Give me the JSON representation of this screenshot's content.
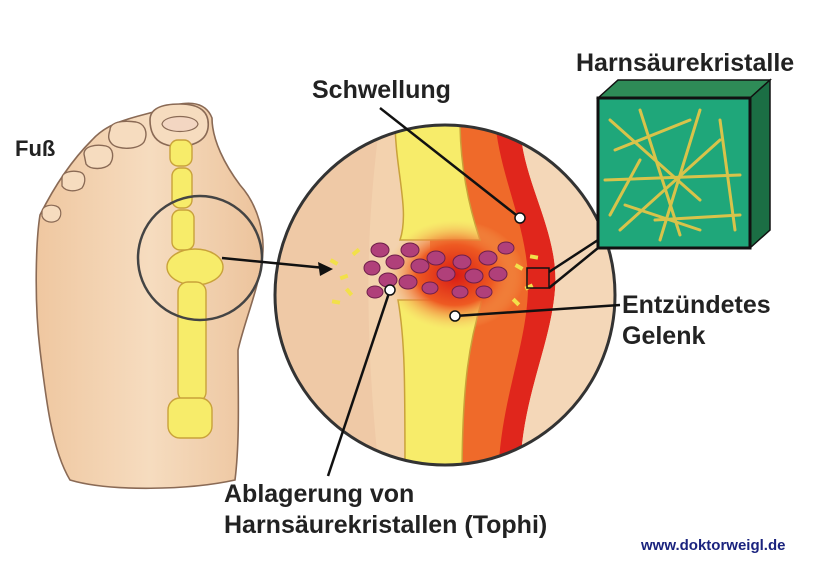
{
  "labels": {
    "foot": "Fuß",
    "swelling": "Schwellung",
    "crystals": "Harnsäurekristalle",
    "joint_line1": "Entzündetes",
    "joint_line2": "Gelenk",
    "tophi_line1": "Ablagerung von",
    "tophi_line2": "Harnsäurekristallen (Tophi)",
    "website": "www.doktorweigl.de"
  },
  "colors": {
    "skin": "#f3d2ae",
    "skin_outline": "#8a6a55",
    "bone": "#f7ec6a",
    "inflammation": "#e0261c",
    "tophi": "#b0407a",
    "crystal_box": "#1fa77a",
    "crystal_needle": "#d8c34a",
    "line": "#111111",
    "url": "#1a237e"
  }
}
